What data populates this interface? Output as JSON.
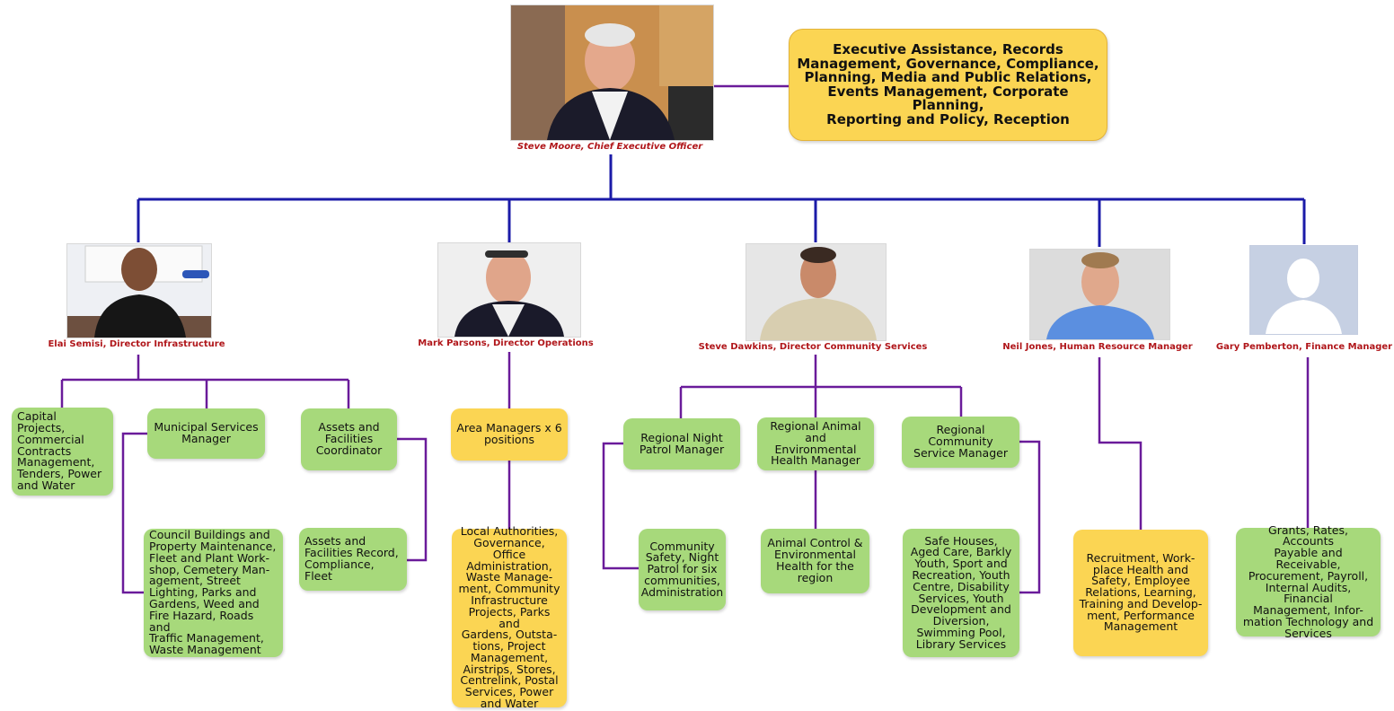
{
  "ceo": {
    "caption": "Steve Moore, Chief Executive Officer",
    "photo_icon": "person-photo-icon",
    "office_box": "Executive Assistance, Records\nManagement, Governance, Compliance,\nPlanning, Media and Public Relations,\nEvents Management, Corporate Planning,\nReporting and Policy, Reception"
  },
  "directors": [
    {
      "caption": "Elai Semisi, Director Infrastructure"
    },
    {
      "caption": "Mark Parsons, Director Operations"
    },
    {
      "caption": "Steve Dawkins, Director Community Services"
    },
    {
      "caption": "Neil Jones, Human Resource Manager"
    },
    {
      "caption": "Gary Pemberton, Finance Manager"
    }
  ],
  "infrastructure": {
    "capital_projects": "Capital Projects,\nCommercial\nContracts\nManagement,\nTenders, Power\nand Water",
    "municipal_services": "Municipal Services\nManager",
    "assets_coordinator": "Assets and\nFacilities\nCoordinator",
    "council_buildings": "Council Buildings and\nProperty Maintenance,\nFleet and Plant Work-\nshop, Cemetery Man-\nagement, Street\nLighting, Parks and\nGardens, Weed and\nFire Hazard, Roads and\nTraffic Management,\nWaste Management",
    "assets_record": "Assets and\nFacilities Record,\nCompliance, Fleet"
  },
  "operations": {
    "area_managers": "Area Managers x 6\npositions",
    "local_authorities": "Local Authorities,\nGovernance, Office\nAdministration,\nWaste Manage-\nment, Community\nInfrastructure\nProjects, Parks and\nGardens, Outsta-\ntions, Project\nManagement,\nAirstrips, Stores,\nCentrelink, Postal\nServices, Power\nand Water"
  },
  "community": {
    "night_patrol": "Regional Night\nPatrol Manager",
    "animal_health": "Regional Animal and\nEnvironmental\nHealth Manager",
    "community_service": "Regional Community\nService Manager",
    "community_safety": "Community\nSafety, Night\nPatrol for six\ncommunities,\nAdministration",
    "animal_control": "Animal Control &\nEnvironmental\nHealth for the\nregion",
    "safe_houses": "Safe Houses,\nAged Care, Barkly\nYouth, Sport and\nRecreation, Youth\nCentre, Disability\nServices, Youth\nDevelopment and\nDiversion,\nSwimming Pool,\nLibrary Services"
  },
  "hr": {
    "recruitment": "Recruitment, Work-\nplace Health and\nSafety, Employee\nRelations, Learning,\nTraining and Develop-\nment, Performance\nManagement"
  },
  "finance": {
    "grants": "Grants, Rates, Accounts\nPayable and Receivable,\nProcurement, Payroll,\nInternal Audits, Financial\nManagement, Infor-\nmation Technology and\nServices"
  },
  "colors": {
    "blue_line": "#1b1ba8",
    "purple_line": "#6a1b9a",
    "green_box": "#a7d97b",
    "yellow_box": "#fbd553",
    "caption_red": "#b0161a"
  }
}
